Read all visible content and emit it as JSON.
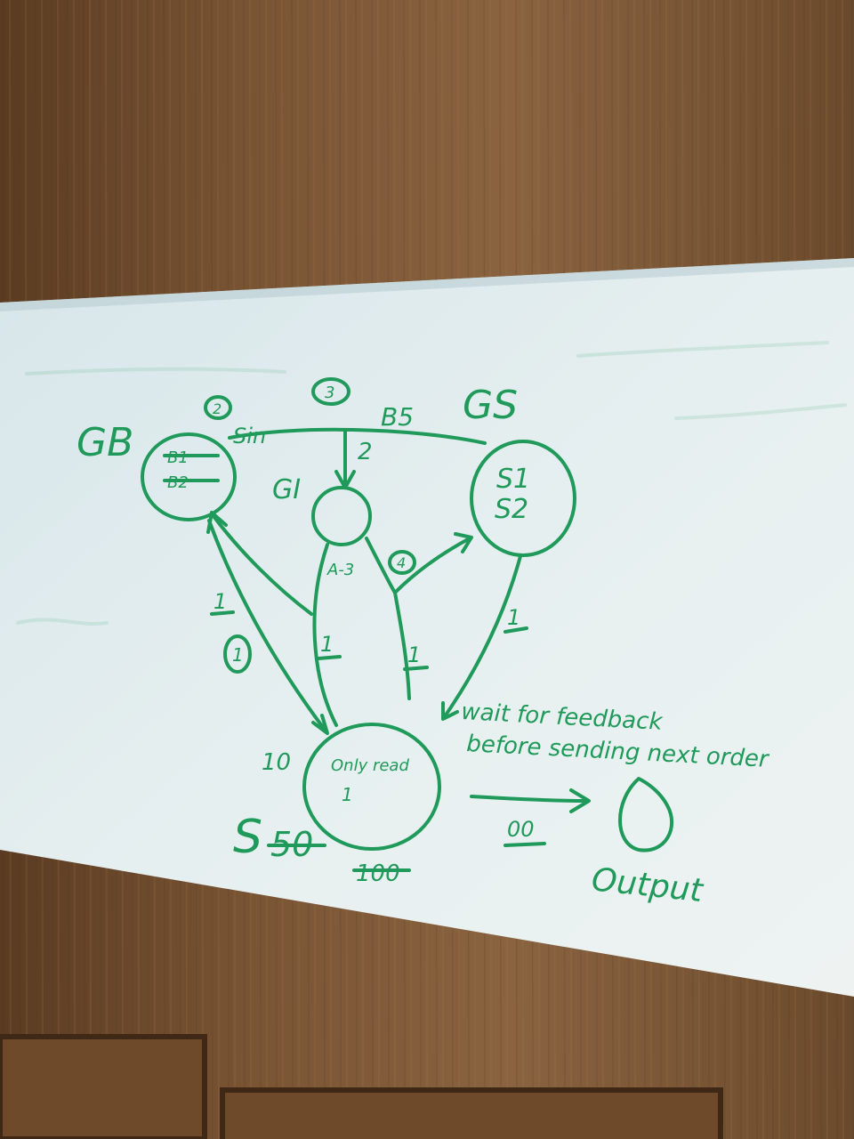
{
  "colors": {
    "wood_dark": "#5a3b22",
    "wood_light": "#8a6340",
    "board": "#dfeaec",
    "board_shadow": "#c7d7dc",
    "ink": "#1f9a5a"
  },
  "nodes": {
    "gb": {
      "label": "GB",
      "inner_line1": "B1",
      "inner_line2": "B2"
    },
    "gi": {
      "label": "GI"
    },
    "gs": {
      "label": "GS",
      "inner_line1": "S1",
      "inner_line2": "S2"
    },
    "s": {
      "label": "S",
      "count_crossed": "50",
      "left_number": "10",
      "inner_line1": "Only read",
      "inner_line2": "1",
      "below_crossed": "100"
    },
    "output": {
      "label": "Output"
    }
  },
  "edge_labels": {
    "gb_gs_top_left": "Sin",
    "gb_gs_top_right": "B5",
    "gi_in": "2",
    "gi_out": "A-3",
    "gb_s": "1",
    "s_gb": "1",
    "gi_s": "1",
    "gi_gs": "1",
    "gs_s": "1",
    "s_output": "00"
  },
  "step_markers": [
    "2",
    "3",
    "1",
    "4"
  ],
  "note": {
    "line1": "wait for feedback",
    "line2": "before sending next order"
  }
}
